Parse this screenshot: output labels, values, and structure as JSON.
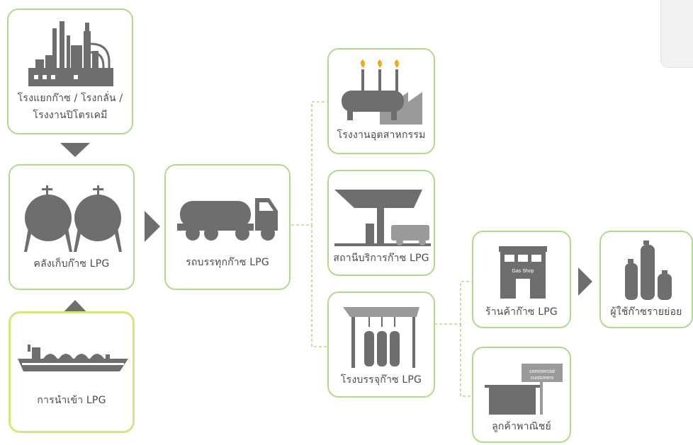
{
  "colors": {
    "border": "#b5d98c",
    "border_alt": "#d2e77c",
    "icon": "#6e6e6e",
    "icon_light": "#9a9a9a",
    "flame": "#f3a91b",
    "text": "#4a4a4a"
  },
  "nodes": {
    "refinery": {
      "label_line1": "โรงแยกก๊าซ / โรงกลั่น /",
      "label_line2": "โรงงานปิโตรเคมี",
      "icon": "refinery-icon"
    },
    "storage": {
      "label": "คลังเก็บก๊าซ LPG",
      "icon": "storage-tanks-icon"
    },
    "import": {
      "label": "การนำเข้า LPG",
      "icon": "tanker-ship-icon"
    },
    "truck": {
      "label": "รถบรรทุกก๊าซ LPG",
      "icon": "tanker-truck-icon"
    },
    "industrial": {
      "label": "โรงงานอุตสาหกรรม",
      "icon": "factory-icon"
    },
    "station": {
      "label": "สถานีบริการก๊าซ LPG",
      "icon": "gas-station-icon"
    },
    "filling": {
      "label": "โรงบรรจุก๊าซ LPG",
      "icon": "filling-plant-icon"
    },
    "shop": {
      "label": "ร้านค้าก๊าซ LPG",
      "icon": "gas-shop-icon",
      "sign": "Gas Shop"
    },
    "retail": {
      "label": "ผู้ใช้ก๊าซรายย่อย",
      "icon": "gas-cylinders-icon"
    },
    "commercial": {
      "label": "ลูกค้าพาณิชย์",
      "icon": "commercial-building-icon",
      "sign_line1": "commercial",
      "sign_line2": "customers"
    }
  }
}
